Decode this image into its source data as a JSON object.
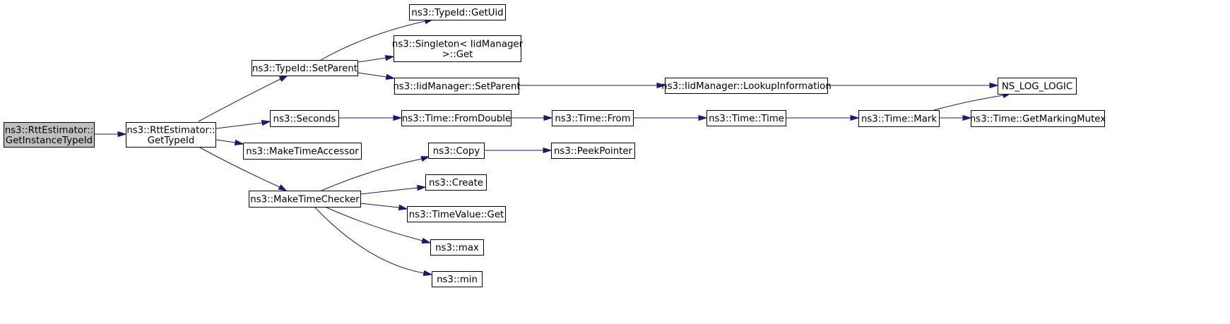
{
  "diagram": {
    "nodes": [
      {
        "id": "rtt_get_instance",
        "lines": [
          "ns3::RttEstimator::",
          "GetInstanceTypeId"
        ],
        "highlight": true
      },
      {
        "id": "rtt_get_typeid",
        "lines": [
          "ns3::RttEstimator::",
          "GetTypeId"
        ]
      },
      {
        "id": "typeid_setparent",
        "lines": [
          "ns3::TypeId::SetParent"
        ]
      },
      {
        "id": "seconds",
        "lines": [
          "ns3::Seconds"
        ]
      },
      {
        "id": "make_time_accessor",
        "lines": [
          "ns3::MakeTimeAccessor"
        ]
      },
      {
        "id": "make_time_checker",
        "lines": [
          "ns3::MakeTimeChecker"
        ]
      },
      {
        "id": "typeid_getuid",
        "lines": [
          "ns3::TypeId::GetUid"
        ]
      },
      {
        "id": "singleton_get",
        "lines": [
          "ns3::Singleton< IidManager",
          ">::Get"
        ]
      },
      {
        "id": "iidmanager_setparent",
        "lines": [
          "ns3::IidManager::SetParent"
        ]
      },
      {
        "id": "time_fromdouble",
        "lines": [
          "ns3::Time::FromDouble"
        ]
      },
      {
        "id": "copy",
        "lines": [
          "ns3::Copy"
        ]
      },
      {
        "id": "create",
        "lines": [
          "ns3::Create"
        ]
      },
      {
        "id": "timevalue_get",
        "lines": [
          "ns3::TimeValue::Get"
        ]
      },
      {
        "id": "max",
        "lines": [
          "ns3::max"
        ]
      },
      {
        "id": "min",
        "lines": [
          "ns3::min"
        ]
      },
      {
        "id": "time_from",
        "lines": [
          "ns3::Time::From"
        ]
      },
      {
        "id": "peekpointer",
        "lines": [
          "ns3::PeekPointer"
        ]
      },
      {
        "id": "iid_lookupinfo",
        "lines": [
          "ns3::IidManager::LookupInformation"
        ]
      },
      {
        "id": "time_time",
        "lines": [
          "ns3::Time::Time"
        ]
      },
      {
        "id": "time_mark",
        "lines": [
          "ns3::Time::Mark"
        ]
      },
      {
        "id": "ns_log_logic",
        "lines": [
          "NS_LOG_LOGIC"
        ]
      },
      {
        "id": "time_getmarkingmutex",
        "lines": [
          "ns3::Time::GetMarkingMutex"
        ]
      }
    ],
    "edges": [
      {
        "from": "rtt_get_instance",
        "to": "rtt_get_typeid"
      },
      {
        "from": "rtt_get_typeid",
        "to": "typeid_setparent"
      },
      {
        "from": "rtt_get_typeid",
        "to": "seconds"
      },
      {
        "from": "rtt_get_typeid",
        "to": "make_time_accessor"
      },
      {
        "from": "rtt_get_typeid",
        "to": "make_time_checker"
      },
      {
        "from": "typeid_setparent",
        "to": "typeid_getuid"
      },
      {
        "from": "typeid_setparent",
        "to": "singleton_get"
      },
      {
        "from": "typeid_setparent",
        "to": "iidmanager_setparent"
      },
      {
        "from": "iidmanager_setparent",
        "to": "iid_lookupinfo"
      },
      {
        "from": "iid_lookupinfo",
        "to": "ns_log_logic"
      },
      {
        "from": "seconds",
        "to": "time_fromdouble"
      },
      {
        "from": "time_fromdouble",
        "to": "time_from"
      },
      {
        "from": "time_from",
        "to": "time_time"
      },
      {
        "from": "time_time",
        "to": "time_mark"
      },
      {
        "from": "time_mark",
        "to": "ns_log_logic"
      },
      {
        "from": "time_mark",
        "to": "time_getmarkingmutex"
      },
      {
        "from": "make_time_checker",
        "to": "copy"
      },
      {
        "from": "copy",
        "to": "peekpointer"
      },
      {
        "from": "make_time_checker",
        "to": "create"
      },
      {
        "from": "make_time_checker",
        "to": "timevalue_get"
      },
      {
        "from": "make_time_checker",
        "to": "max"
      },
      {
        "from": "make_time_checker",
        "to": "min"
      }
    ]
  }
}
